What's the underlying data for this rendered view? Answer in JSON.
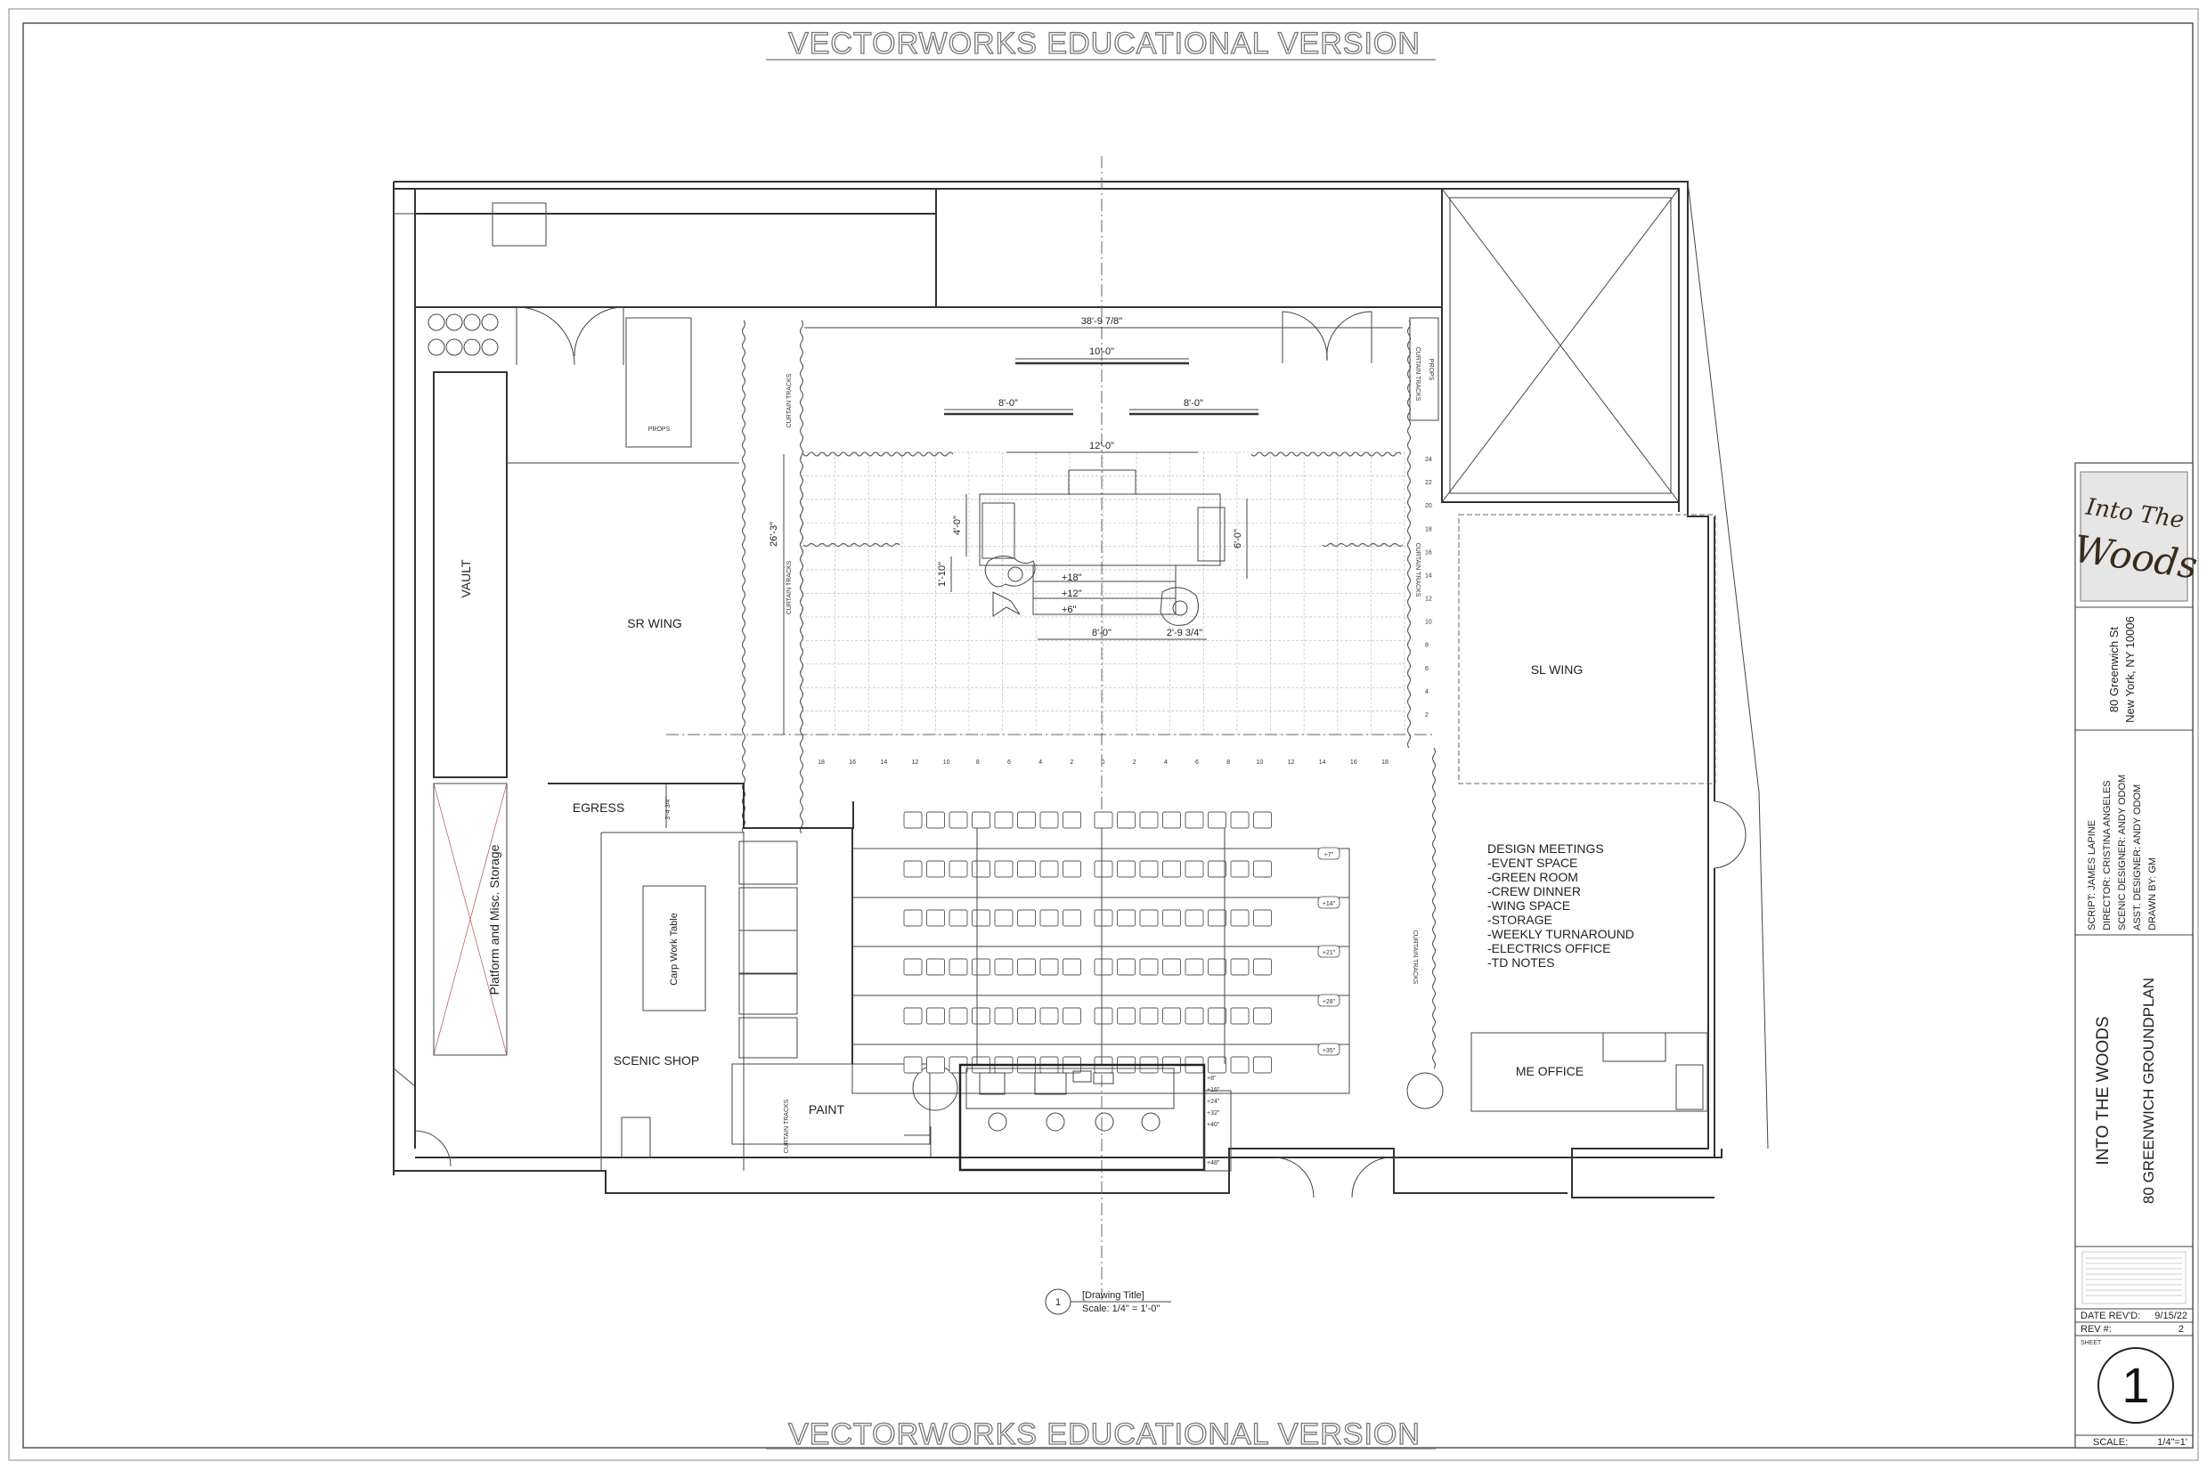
{
  "watermark": {
    "top": "VECTORWORKS EDUCATIONAL VERSION",
    "bottom": "VECTORWORKS EDUCATIONAL VERSION"
  },
  "rooms": {
    "vault": "VAULT",
    "sr_wing": "SR WING",
    "sl_wing": "SL WING",
    "platform_storage": "Platform and Misc. Storage",
    "egress": "EGRESS",
    "scenic_shop": "SCENIC SHOP",
    "paint": "PAINT",
    "me_office": "ME OFFICE",
    "props": "PROPS",
    "props_small": "PROPS",
    "carp_table": "Carp Work Table"
  },
  "design_meetings": [
    "DESIGN MEETINGS",
    "-EVENT SPACE",
    "-GREEN ROOM",
    "-CREW DINNER",
    "-WING SPACE",
    "-STORAGE",
    "-WEEKLY TURNAROUND",
    "-ELECTRICS OFFICE",
    "-TD NOTES"
  ],
  "dimensions": {
    "overall": "38'-9 7/8\"",
    "ten": "10'-0\"",
    "eight_left": "8'-0\"",
    "eight_right": "8'-0\"",
    "twelve": "12'-0\"",
    "twenty_six": "26'-3\"",
    "four": "4'-0\"",
    "six": "6'-0\"",
    "one_ten": "1'-10\"",
    "eight_bottom": "8'-0\"",
    "two_nine": "2'-9 3/4\"",
    "egress_width": "3'-4 3/4\""
  },
  "platform_heights": [
    "+18\"",
    "+12\"",
    "+6\""
  ],
  "grid_x_labels": [
    "18",
    "16",
    "14",
    "12",
    "10",
    "8",
    "6",
    "4",
    "2",
    "0",
    "2",
    "4",
    "6",
    "8",
    "10",
    "12",
    "14",
    "16",
    "18"
  ],
  "grid_y_labels": [
    "24",
    "22",
    "20",
    "18",
    "16",
    "14",
    "12",
    "10",
    "8",
    "6",
    "4",
    "2"
  ],
  "riser_labels": [
    "+7\"",
    "+14\"",
    "+21\"",
    "+28\"",
    "+35\""
  ],
  "booth_labels": [
    "+8\"",
    "+16\"",
    "+24\"",
    "+32\"",
    "+40\"",
    "+48\""
  ],
  "curtain_track": "CURTAIN TRACKS",
  "drawing_title": {
    "number": "1",
    "title": "[Drawing Title]",
    "scale": "Scale: 1/4\" = 1'-0\""
  },
  "title_block": {
    "logo_line1": "Into The",
    "logo_line2": "Woods",
    "address_line1": "80 Greenwich St",
    "address_line2": "New York, NY 10006",
    "credits": [
      "SCRIPT: JAMES LAPINE",
      "DIRECTOR:    CRISTINA ANGELES",
      "SCENIC DESIGNER: ANDY ODOM",
      "ASST. DESIGNER: ANDY ODOM",
      "DRAWN BY:    GM"
    ],
    "show_title": "INTO THE WOODS",
    "sheet_title": "80 GREENWICH GROUNDPLAN",
    "date_label": "DATE REV'D:",
    "date_value": "9/15/22",
    "rev_label": "REV #:",
    "rev_value": "2",
    "sheet_label": "SHEET",
    "sheet_number": "1",
    "scale_label": "SCALE:",
    "scale_value": "1/4\"=1'"
  }
}
